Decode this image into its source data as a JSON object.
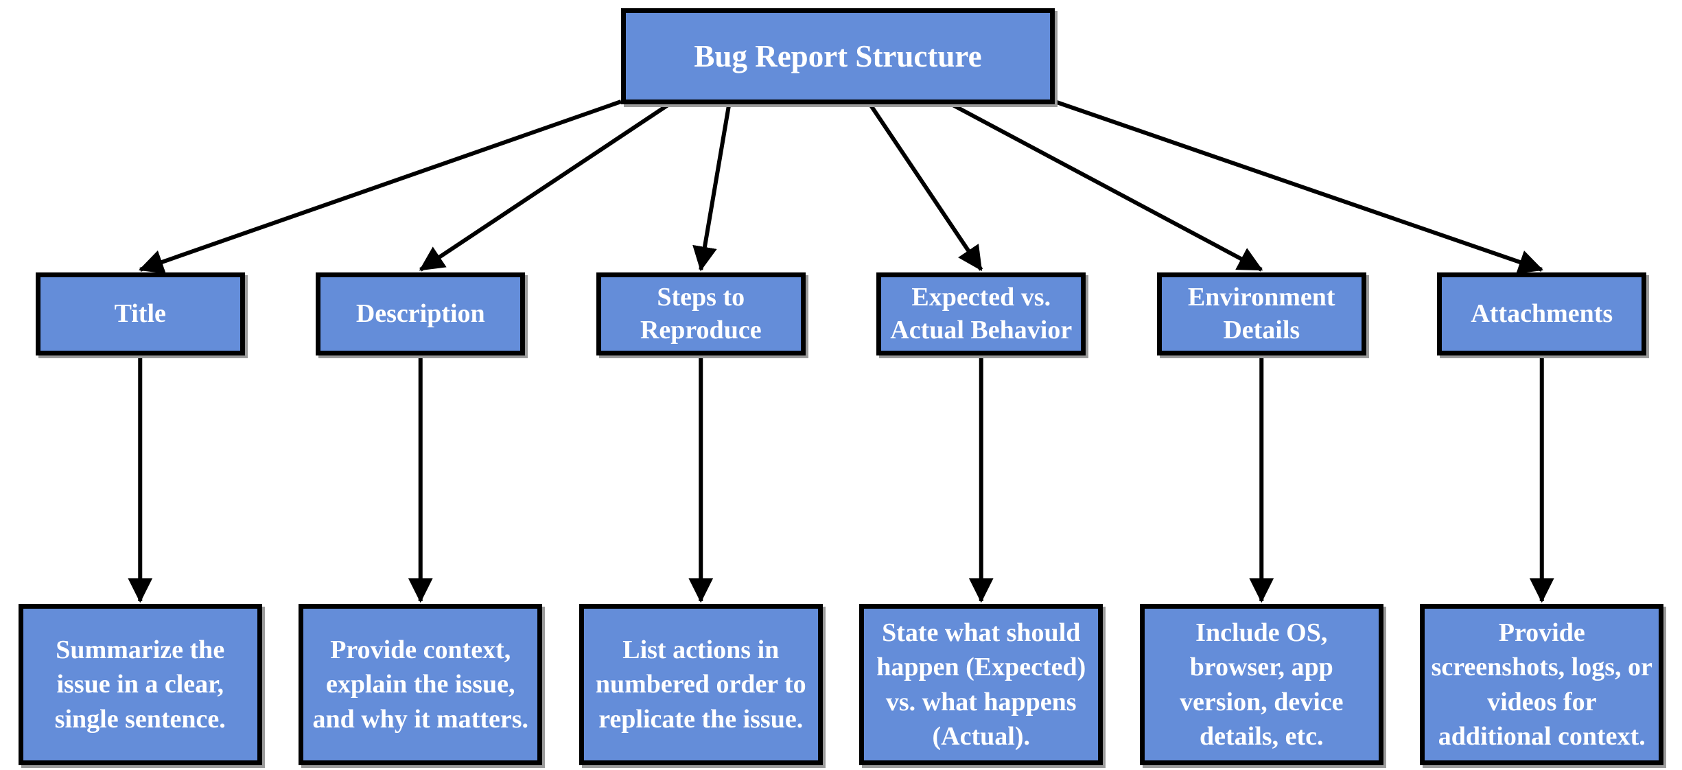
{
  "diagram": {
    "title": "Bug Report Structure",
    "node_fill_color": "#648dd9",
    "border_color": "#000000",
    "text_color": "#ffffff",
    "arrow_color": "#000000",
    "nodes": [
      {
        "label": "Title",
        "detail": "Summarize the issue in a clear, single sentence."
      },
      {
        "label": "Description",
        "detail": "Provide context, explain the issue, and why it matters."
      },
      {
        "label": "Steps to Reproduce",
        "detail": "List actions in numbered order to replicate the issue."
      },
      {
        "label": "Expected vs. Actual Behavior",
        "detail": "State what should happen (Expected) vs. what happens (Actual)."
      },
      {
        "label": "Environment Details",
        "detail": "Include OS, browser, app version, device details, etc."
      },
      {
        "label": "Attachments",
        "detail": "Provide screenshots, logs, or videos for additional context."
      }
    ]
  }
}
